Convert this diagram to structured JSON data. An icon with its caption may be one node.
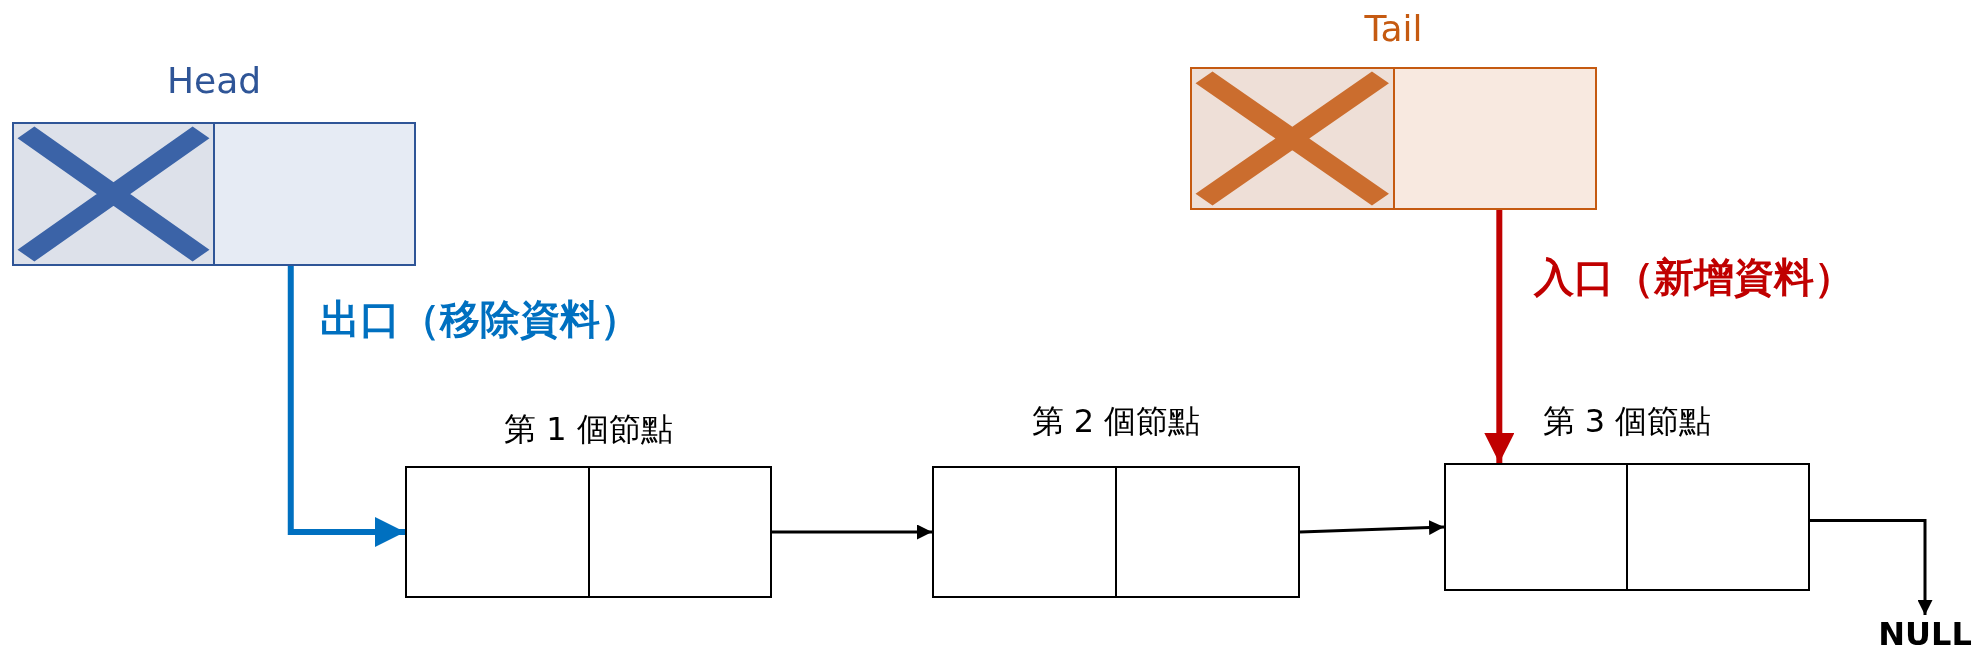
{
  "diagram": {
    "nodes": [
      {
        "text": [
          "Head"
        ]
      },
      {
        "text": [
          "Tail"
        ]
      },
      {
        "text": [
          "第 1 個節點"
        ]
      },
      {
        "text": [
          "第 2 個節點"
        ]
      },
      {
        "text": [
          "第 3 個節點"
        ]
      },
      {
        "text": [
          "NULL"
        ]
      }
    ],
    "edges": [
      {
        "from": 0,
        "to": 2,
        "arrow": "to",
        "label": "出口（移除資料）",
        "style": "thick",
        "color": "#0070c0"
      },
      {
        "from": 1,
        "to": 4,
        "arrow": "to",
        "label": "入口（新增資料）",
        "style": "thick",
        "color": "#c00000"
      },
      {
        "from": 2,
        "to": 3,
        "arrow": "to"
      },
      {
        "from": 3,
        "to": 4,
        "arrow": "to"
      },
      {
        "from": 4,
        "to": 5,
        "arrow": "to"
      }
    ]
  }
}
